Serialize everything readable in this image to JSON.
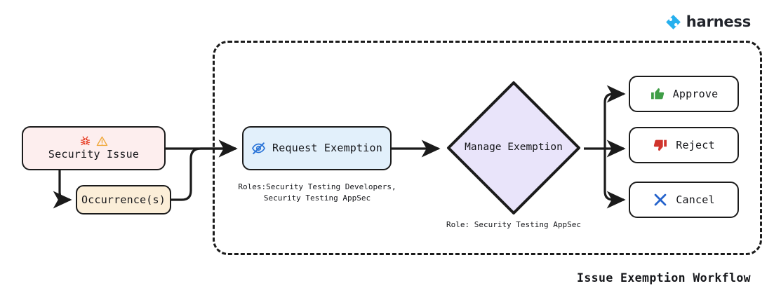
{
  "brand": {
    "name": "harness",
    "logo_icon": "harness-diamond-logo",
    "color": "#27b0ee"
  },
  "diagram": {
    "title": "Issue Exemption Workflow",
    "container_label": "issue-exemption-group"
  },
  "nodes": {
    "security_issue": {
      "label": "Security Issue",
      "icons": [
        "bug-icon",
        "warning-triangle-icon"
      ],
      "fill": "#fdeeee",
      "bug_color": "#e8442c",
      "warning_color": "#f0a93c"
    },
    "occurrences": {
      "label": "Occurrence(s)",
      "fill": "#fbeed8"
    },
    "request_exemption": {
      "label": "Request Exemption",
      "icon": "eye-slash-icon",
      "icon_color": "#2a74d8",
      "fill": "#e2f0fb",
      "caption": "Roles:Security Testing Developers,\nSecurity Testing AppSec"
    },
    "manage_exemption": {
      "label": "Manage\nExemption",
      "fill": "#e9e4fa",
      "caption": "Role: Security Testing AppSec"
    },
    "approve": {
      "label": "Approve",
      "icon": "thumbs-up-icon",
      "icon_color": "#3f9e47",
      "fill": "#ffffff"
    },
    "reject": {
      "label": "Reject",
      "icon": "thumbs-down-icon",
      "icon_color": "#d0342c",
      "fill": "#ffffff"
    },
    "cancel": {
      "label": "Cancel",
      "icon": "x-cross-icon",
      "icon_color": "#2563cc",
      "fill": "#ffffff"
    }
  },
  "colors": {
    "stroke": "#1b1b1b",
    "background": "#ffffff",
    "text": "#15161a"
  }
}
